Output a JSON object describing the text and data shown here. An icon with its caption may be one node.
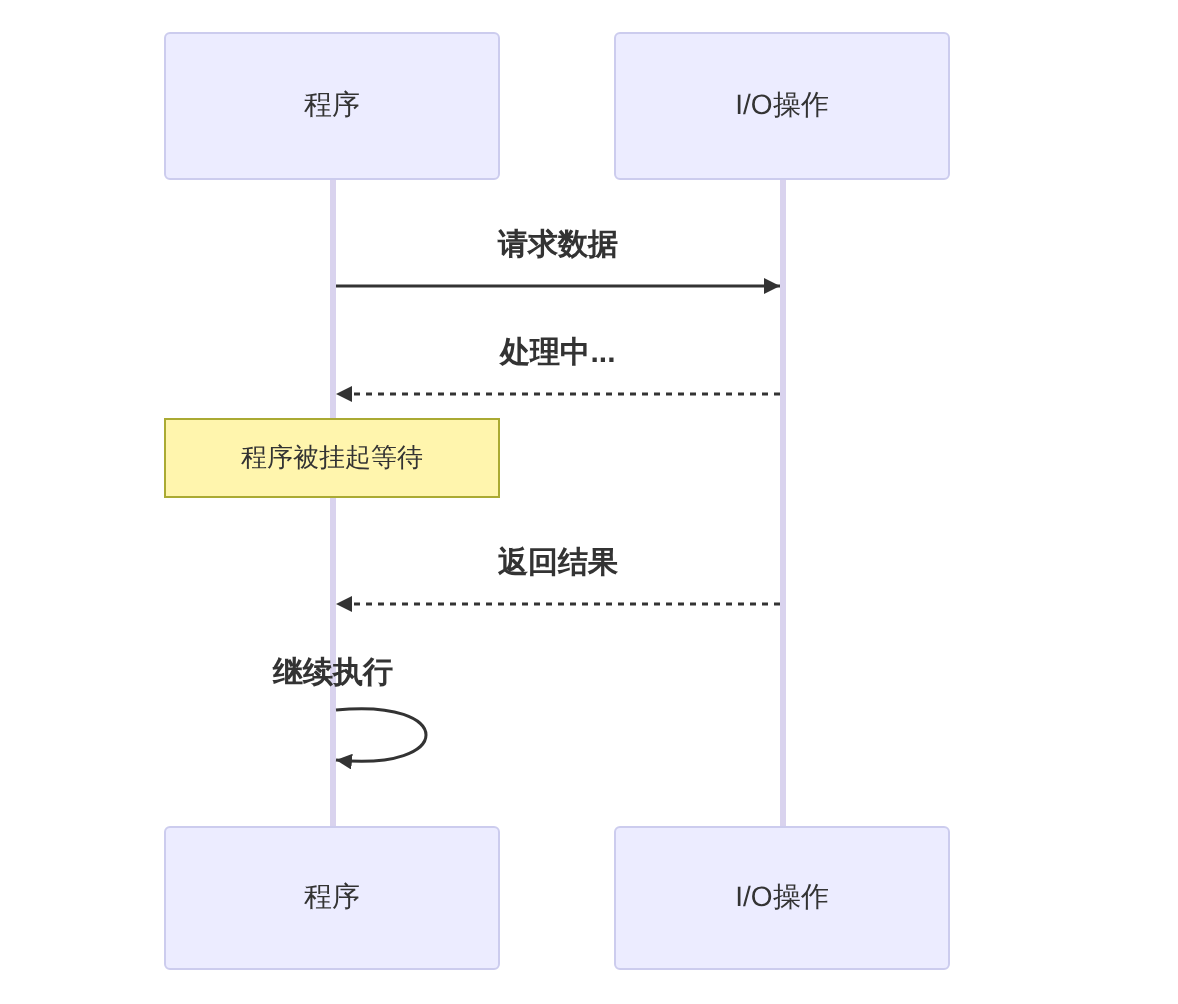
{
  "diagram": {
    "nodes": [
      {
        "text": [
          "程序"
        ]
      },
      {
        "text": [
          "I/O操作"
        ]
      },
      {
        "text": [],
        "shape": "bar"
      },
      {
        "text": [],
        "shape": "bar"
      },
      {
        "text": [
          "程序被挂起等待"
        ]
      },
      {
        "text": [],
        "shape": "bar"
      },
      {
        "text": [
          "程序"
        ]
      },
      {
        "text": [
          "I/O操作"
        ]
      }
    ],
    "edges": [
      {
        "from": 2,
        "to": 3,
        "arrow": "to",
        "label": "请求数据"
      },
      {
        "from": 3,
        "to": 2,
        "arrow": "to",
        "label": "处理中...",
        "style": "dashed"
      },
      {
        "from": 3,
        "to": 5,
        "arrow": "to",
        "label": "返回结果",
        "style": "dashed"
      },
      {
        "from": 5,
        "to": 5,
        "arrow": "to",
        "label": "继续执行"
      }
    ]
  }
}
